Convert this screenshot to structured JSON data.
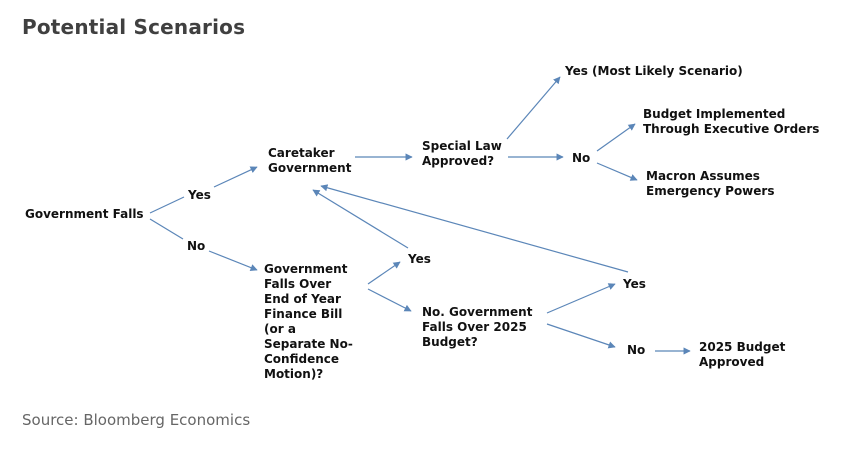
{
  "title": "Potential Scenarios",
  "source": "Source: Bloomberg Economics",
  "colors": {
    "connector": "#5b86b8",
    "title": "#404040",
    "source": "#666666"
  },
  "nodes": {
    "government_falls": "Government Falls",
    "yes_1": "Yes",
    "no_1": "No",
    "caretaker_government": "Caretaker\nGovernment",
    "special_law_approved": "Special Law\nApproved?",
    "yes_most_likely": "Yes (Most Likely Scenario)",
    "no_2": "No",
    "budget_executive_orders": "Budget Implemented\nThrough Executive Orders",
    "macron_emergency_powers": "Macron Assumes\nEmergency Powers",
    "falls_over_finance_bill": "Government\nFalls Over\nEnd of Year\nFinance Bill\n(or a\nSeparate No-\nConfidence\nMotion)?",
    "yes_3": "Yes",
    "no_govt_falls_2025": "No. Government\nFalls Over 2025\nBudget?",
    "yes_4": "Yes",
    "no_4": "No",
    "budget_2025_approved": "2025 Budget\nApproved"
  }
}
